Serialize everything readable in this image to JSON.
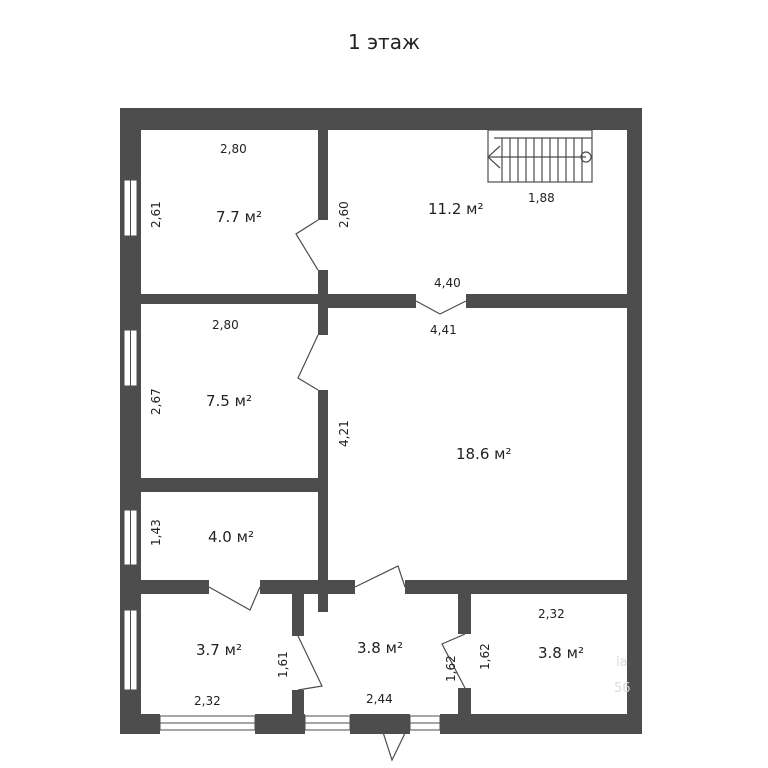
{
  "title": "1 этаж",
  "colors": {
    "wall": "#4d4d4d",
    "background": "#ffffff",
    "text": "#222222"
  },
  "icons": [
    "staircase-icon",
    "door-swing-icon",
    "window-icon"
  ],
  "rooms": [
    {
      "id": "room-1",
      "area": "7.7 м²"
    },
    {
      "id": "room-2",
      "area": "11.2 м²"
    },
    {
      "id": "room-3",
      "area": "7.5 м²"
    },
    {
      "id": "room-4",
      "area": "18.6 м²"
    },
    {
      "id": "room-5",
      "area": "4.0 м²"
    },
    {
      "id": "room-6",
      "area": "3.7 м²"
    },
    {
      "id": "room-7",
      "area": "3.8 м²"
    },
    {
      "id": "room-8",
      "area": "3.8 м²"
    }
  ],
  "dimensions": {
    "r1_width": "2,80",
    "r1_height": "2,61",
    "r2_height": "2,60",
    "stair": "1,88",
    "r2_width": "4,40",
    "hall_width": "4,41",
    "r3_width": "2,80",
    "r3_height": "2,67",
    "hall_height": "4,21",
    "r5_height": "1,43",
    "r6_height": "1,61",
    "r6_width": "2,32",
    "r7_width": "2,44",
    "r7_right": "1,62",
    "r8_left": "1,62",
    "r8_width": "2,32"
  },
  "watermark": {
    "line1": "ia",
    "line2": "56"
  }
}
